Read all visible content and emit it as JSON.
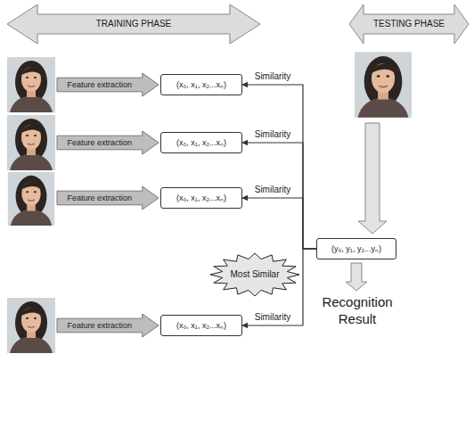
{
  "diagram": {
    "nodes": [
      {
        "text": [
          "TRAINING PHASE"
        ]
      },
      {
        "text": [
          "TESTING PHASE"
        ]
      },
      {
        "text": [
          "Feature extraction"
        ]
      },
      {
        "text": [
          "(x₀, x₁, x₂...xₙ)"
        ]
      },
      {
        "text": [
          "Feature extraction"
        ]
      },
      {
        "text": [
          "(x₀, x₁, x₂...xₙ)"
        ]
      },
      {
        "text": [
          "Feature extraction"
        ]
      },
      {
        "text": [
          "(x₀, x₁, x₂...xₙ)"
        ]
      },
      {
        "text": [
          "Most Similar"
        ]
      },
      {
        "text": [
          "Feature extraction"
        ]
      },
      {
        "text": [
          "(x₀, x₁, x₂...xₙ)"
        ]
      },
      {
        "text": [
          "(y₀, y₁, y₂...yₙ)"
        ]
      }
    ],
    "edges": [
      {
        "from": 11,
        "to": 3,
        "arrow": "to",
        "label": "Similarity"
      },
      {
        "from": 11,
        "to": 5,
        "arrow": "to",
        "label": "Similarity"
      },
      {
        "from": 11,
        "to": 7,
        "arrow": "to",
        "label": "Similarity"
      },
      {
        "from": 11,
        "to": 10,
        "arrow": "to",
        "label": "Similarity"
      }
    ],
    "labels": [
      "Recognition Result"
    ]
  }
}
